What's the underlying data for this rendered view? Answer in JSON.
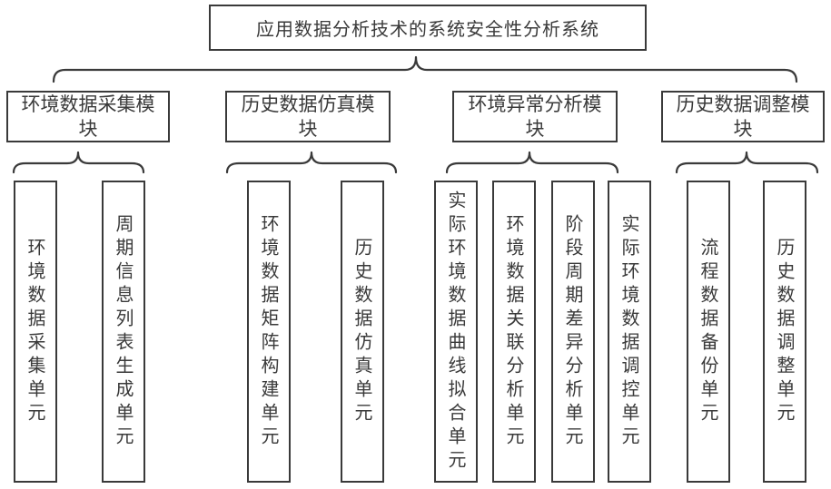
{
  "title": "应用数据分析技术的系统安全性分析系统",
  "modules": [
    {
      "label": "环境数据采集模\n块",
      "units": [
        "环境数据采集单元",
        "周期信息列表生成单元"
      ]
    },
    {
      "label": "历史数据仿真模\n块",
      "units": [
        "环境数据矩阵构建单元",
        "历史数据仿真单元"
      ]
    },
    {
      "label": "环境异常分析模\n块",
      "units": [
        "实际环境数据曲线拟合单元",
        "环境数据关联分析单元",
        "阶段周期差异分析单元",
        "实际环境数据调控单元"
      ]
    },
    {
      "label": "历史数据调整模\n块",
      "units": [
        "流程数据备份单元",
        "历史数据调整单元"
      ]
    }
  ],
  "colors": {
    "line": "#3a3a3a",
    "text": "#3a3a3a",
    "background": "#ffffff"
  }
}
